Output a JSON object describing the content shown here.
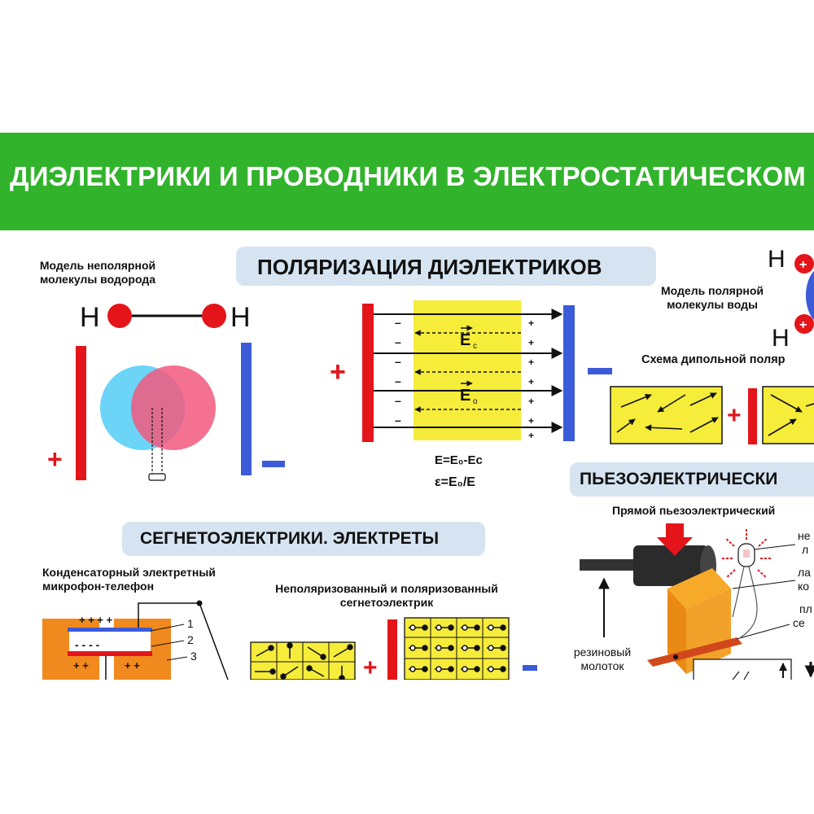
{
  "banner": {
    "title": "ДИЭЛЕКТРИКИ И ПРОВОДНИКИ В ЭЛЕКТРОСТАТИЧЕСКОМ",
    "color": "#32b32c"
  },
  "hydrogen_model": {
    "caption_line1": "Модель неполярной",
    "caption_line2": "молекулы водорода",
    "atom_left": "H",
    "atom_right": "H",
    "plus": "+",
    "minus": "–"
  },
  "polarization": {
    "title": "ПОЛЯРИЗАЦИЯ ДИЭЛЕКТРИКОВ",
    "field_inner": "E",
    "field_inner_sub": "c",
    "field_outer": "E",
    "field_outer_sub": "o",
    "formula1": "E=E₀-Eс",
    "formula2": "ε=E₀/E",
    "plus": "+",
    "minus": "–"
  },
  "water_model": {
    "caption_line1": "Модель полярной",
    "caption_line2": "молекулы воды",
    "atom_top": "H",
    "atom_bottom": "H",
    "plus": "+"
  },
  "dipole_scheme": {
    "caption": "Схема дипольной поляр",
    "plus": "+"
  },
  "piezo": {
    "title": "ПЬЕЗОЭЛЕКТРИЧЕСКИ",
    "subtitle": "Прямой пьезоэлектрический",
    "hammer_line1": "резиновый",
    "hammer_line2": "молоток",
    "side_labels": [
      "не",
      "л",
      "ла",
      "ко",
      "пл",
      "се"
    ]
  },
  "ferroelectrics": {
    "title": "СЕГНЕТОЭЛЕКТРИКИ. ЭЛЕКТРЕТЫ",
    "mic_line1": "Конденсаторный электретный",
    "mic_line2": "микрофон-телефон",
    "mic_parts": [
      "1",
      "2",
      "3"
    ],
    "mic_plus": "+ + + +",
    "mic_minus": "- - - -",
    "mic_plate_plus": "+ +",
    "seg_line1": "Неполяризованный и поляризованный",
    "seg_line2": "сегнетоэлектрик",
    "plus": "+"
  },
  "colors": {
    "red": "#e3151b",
    "blue": "#3b5bd8",
    "yellow": "#f6ec3a",
    "cyan": "#5fd0f5",
    "pink": "#f2587e",
    "orange": "#f08a1e",
    "pill": "#d6e4f1"
  }
}
